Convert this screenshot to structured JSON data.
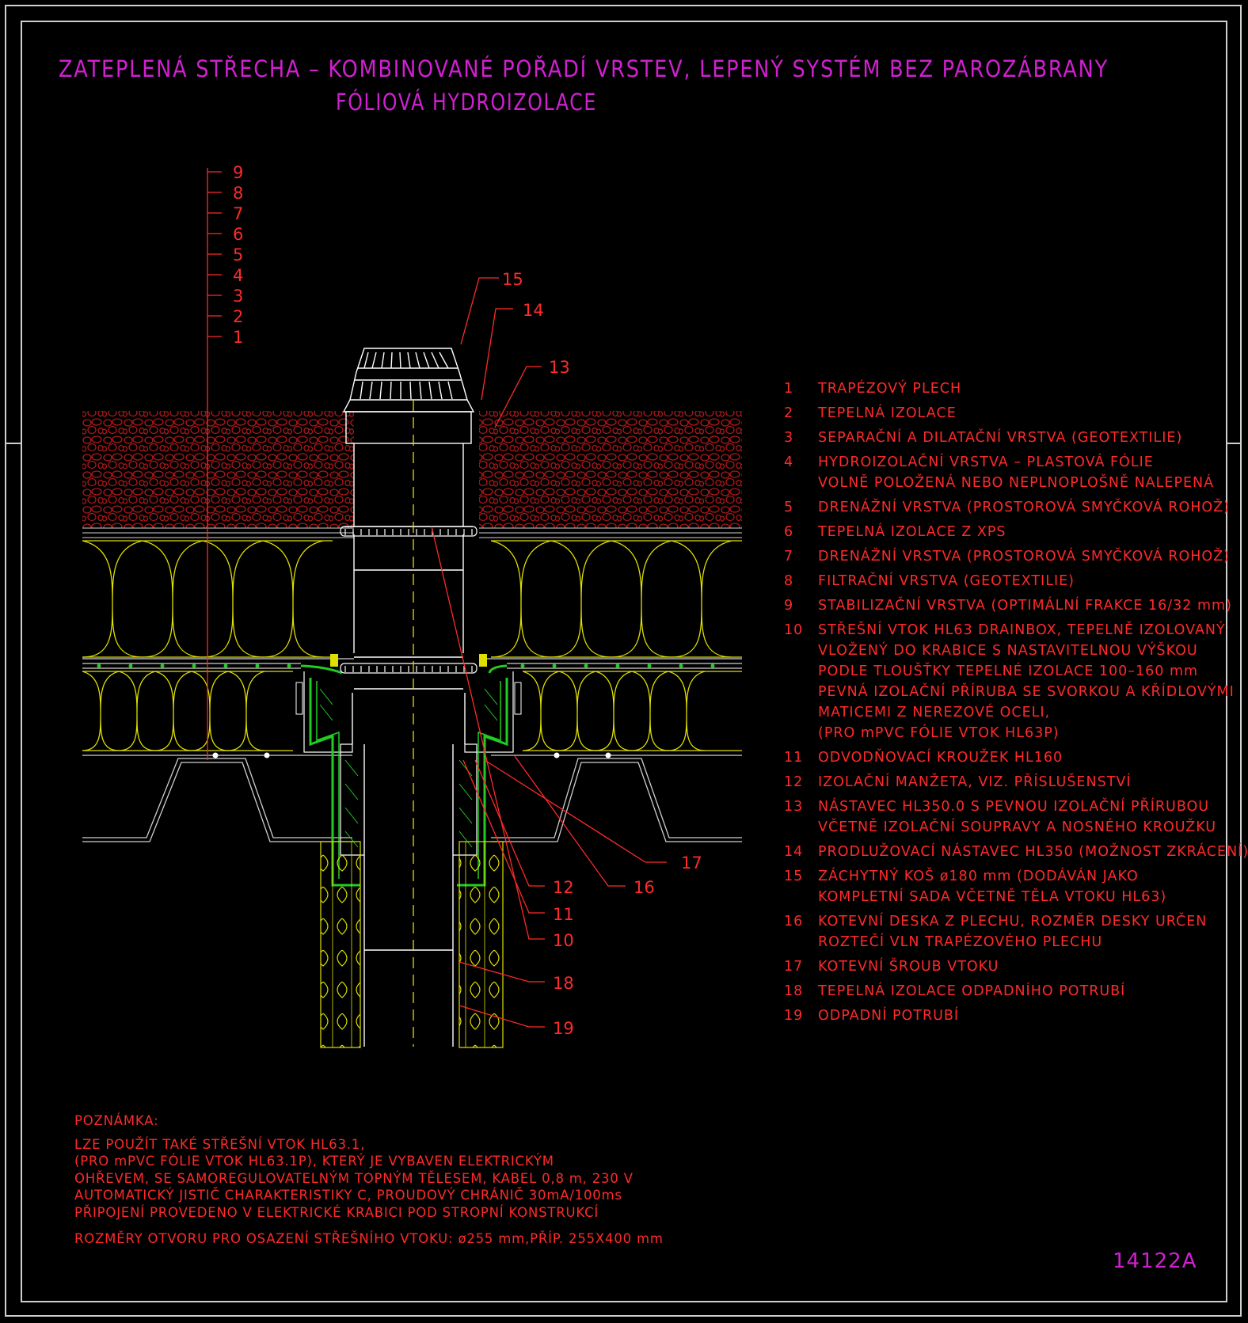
{
  "title": {
    "line1": "ZATEPLENÁ STŘECHA – KOMBINOVANÉ POŘADÍ VRSTEV, LEPENÝ SYSTÉM BEZ PAROZÁBRANY",
    "line2": "FÓLIOVÁ HYDROIZOLACE"
  },
  "layer_scale": [
    "9",
    "8",
    "7",
    "6",
    "5",
    "4",
    "3",
    "2",
    "1"
  ],
  "callouts": [
    "15",
    "14",
    "13",
    "17",
    "12",
    "16",
    "11",
    "10",
    "18",
    "19"
  ],
  "legend": [
    {
      "num": "1",
      "lines": [
        "TRAPÉZOVÝ PLECH"
      ]
    },
    {
      "num": "2",
      "lines": [
        "TEPELNÁ IZOLACE"
      ]
    },
    {
      "num": "3",
      "lines": [
        "SEPARAČNÍ A DILATAČNÍ VRSTVA (GEOTEXTILIE)"
      ]
    },
    {
      "num": "4",
      "lines": [
        "HYDROIZOLAČNÍ VRSTVA – PLASTOVÁ FÓLIE",
        "VOLNĚ POLOŽENÁ NEBO NEPLNOPLOŠNĚ NALEPENÁ"
      ]
    },
    {
      "num": "5",
      "lines": [
        "DRENÁŽNÍ VRSTVA (PROSTOROVÁ SMYČKOVÁ ROHOŽ)"
      ]
    },
    {
      "num": "6",
      "lines": [
        "TEPELNÁ IZOLACE Z XPS"
      ]
    },
    {
      "num": "7",
      "lines": [
        "DRENÁŽNÍ VRSTVA (PROSTOROVÁ SMYČKOVÁ ROHOŽ)"
      ]
    },
    {
      "num": "8",
      "lines": [
        "FILTRAČNÍ VRSTVA (GEOTEXTILIE)"
      ]
    },
    {
      "num": "9",
      "lines": [
        "STABILIZAČNÍ VRSTVA (OPTIMÁLNÍ FRAKCE 16/32 mm)"
      ]
    },
    {
      "num": "10",
      "lines": [
        "STŘEŠNÍ VTOK HL63 DRAINBOX, TEPELNĚ IZOLOVANÝ",
        "VLOŽENÝ DO KRABICE S NASTAVITELNOU VÝŠKOU",
        "PODLE TLOUŠŤKY TEPELNÉ IZOLACE 100–160 mm",
        "PEVNÁ IZOLAČNÍ PŘÍRUBA SE SVORKOU A KŘÍDLOVÝMI",
        "MATICEMI Z NEREZOVÉ OCELI,",
        "(PRO mPVC FÓLIE VTOK HL63P)"
      ]
    },
    {
      "num": "11",
      "lines": [
        "ODVODŇOVACÍ KROUŽEK HL160"
      ]
    },
    {
      "num": "12",
      "lines": [
        "IZOLAČNÍ MANŽETA, VIZ. PŘÍSLUŠENSTVÍ"
      ]
    },
    {
      "num": "13",
      "lines": [
        "NÁSTAVEC HL350.0 S PEVNOU IZOLAČNÍ PŘÍRUBOU",
        "VČETNĚ IZOLAČNÍ SOUPRAVY A NOSNÉHO KROUŽKU"
      ]
    },
    {
      "num": "14",
      "lines": [
        "PRODLUŽOVACÍ NÁSTAVEC HL350 (MOŽNOST ZKRÁCENÍ)"
      ]
    },
    {
      "num": "15",
      "lines": [
        "ZÁCHYTNÝ KOŠ ø180 mm (DODÁVÁN JAKO",
        "KOMPLETNÍ SADA VČETNĚ TĚLA VTOKU HL63)"
      ]
    },
    {
      "num": "16",
      "lines": [
        "KOTEVNÍ DESKA Z PLECHU, ROZMĚR DESKY URČEN",
        "ROZTEČÍ VLN TRAPÉZOVÉHO PLECHU"
      ]
    },
    {
      "num": "17",
      "lines": [
        "KOTEVNÍ ŠROUB VTOKU"
      ]
    },
    {
      "num": "18",
      "lines": [
        "TEPELNÁ IZOLACE ODPADNÍHO POTRUBÍ"
      ]
    },
    {
      "num": "19",
      "lines": [
        "ODPADNÍ POTRUBÍ"
      ]
    }
  ],
  "note": {
    "heading": "POZNÁMKA:",
    "lines": [
      "LZE POUŽÍT TAKÉ STŘEŠNÍ VTOK HL63.1,",
      "(PRO mPVC FÓLIE VTOK HL63.1P),  KTERÝ JE VYBAVEN ELEKTRICKÝM",
      "OHŘEVEM, SE SAMOREGULOVATELNÝM TOPNÝM TĚLESEM, KABEL 0,8 m, 230 V",
      "AUTOMATICKÝ JISTIČ CHARAKTERISTIKY C, PROUDOVÝ CHRÁNIČ 30mA/100ms",
      "PŘIPOJENÍ PROVEDENO V ELEKTRICKÉ KRABICI POD STROPNÍ KONSTRUKCÍ"
    ],
    "dimensions": "ROZMĚRY OTVORU PRO OSAZENÍ STŘEŠNÍHO VTOKU: ø255 mm,PŘÍP. 255X400 mm"
  },
  "drawing_code": "14122A",
  "colors": {
    "background": "#000000",
    "frame": "#cfcfcf",
    "title": "#d020d0",
    "annotation": "#ff2a2a",
    "gravel": "#b01818",
    "insulation": "#e0e000",
    "sealant": "#22cc22",
    "body": "#ffffff"
  }
}
